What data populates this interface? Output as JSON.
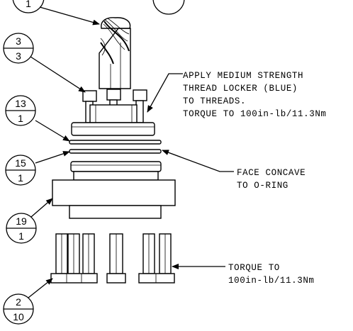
{
  "balloons": [
    {
      "id": "balloon-partial",
      "top": "",
      "bottom": "1"
    },
    {
      "id": "balloon-3",
      "top": "3",
      "bottom": "3"
    },
    {
      "id": "balloon-13",
      "top": "13",
      "bottom": "1"
    },
    {
      "id": "balloon-15",
      "top": "15",
      "bottom": "1"
    },
    {
      "id": "balloon-19",
      "top": "19",
      "bottom": "1"
    },
    {
      "id": "balloon-2",
      "top": "2",
      "bottom": "10"
    }
  ],
  "notes": {
    "thread_locker": [
      "APPLY MEDIUM STRENGTH",
      "THREAD LOCKER (BLUE)",
      "TO THREADS.",
      "TORQUE TO 100in-lb/11.3Nm"
    ],
    "face_concave": [
      "FACE CONCAVE",
      "TO O-RING"
    ],
    "torque": [
      "TORQUE TO",
      "100in-lb/11.3Nm"
    ]
  }
}
